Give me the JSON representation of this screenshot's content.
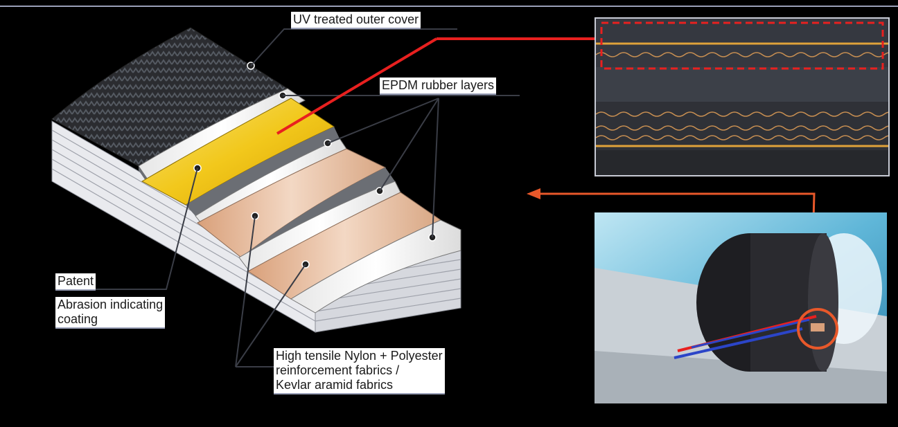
{
  "labels": {
    "uv_cover": "UV treated outer cover",
    "epdm": "EPDM rubber layers",
    "patent": "Patent",
    "abrasion_line1": "Abrasion indicating",
    "abrasion_line2": "coating",
    "fabric_line1": "High tensile Nylon + Polyester",
    "fabric_line2": "reinforcement fabrics /",
    "fabric_line3": "Kevlar aramid fabrics"
  },
  "colors": {
    "background": "#000000",
    "red_pointer": "#e8201f",
    "orange_pointer": "#e8582a",
    "yellow_layer": "#f2c81c",
    "fabric_layer": "#e3b391",
    "white_layer": "#f4f4f4",
    "grey_layer": "#6b6e74",
    "outer_cover": "#2b2c30",
    "label_underline": "#9aa0b8"
  },
  "icons": {
    "cross_section_photo": "belt-cross-section-photo",
    "installation_photo": "tank-seal-installation-photo"
  }
}
